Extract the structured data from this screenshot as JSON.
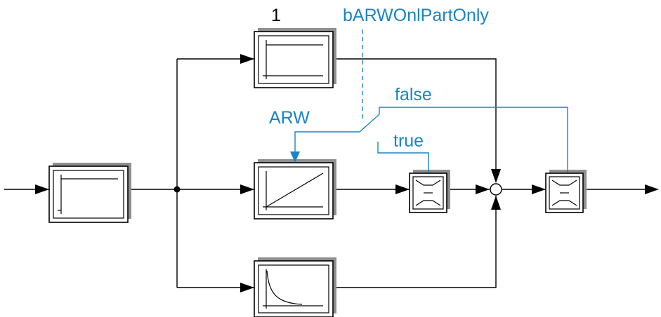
{
  "labels": {
    "top_block_number": "1",
    "switch_control_signal": "bARWOnlPartOnly",
    "switch_false": "false",
    "switch_true": "true",
    "anti_windup": "ARW"
  },
  "colors": {
    "signal_line": "#000000",
    "control_line": "#1a84c4",
    "block_shadow": "#8f8f8f"
  },
  "icons": {
    "input_block": "step-response-icon",
    "proportional_block": "step-response-icon",
    "integral_block": "ramp-icon",
    "derivative_block": "decay-icon",
    "limiter_blocks": "limiter-icon",
    "summing_junction": "sum-icon"
  }
}
